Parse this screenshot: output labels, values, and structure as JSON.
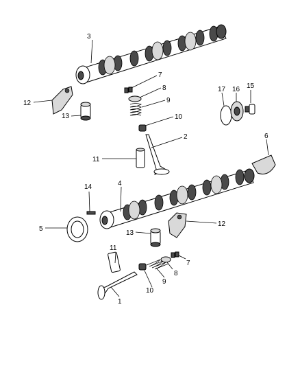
{
  "callouts": {
    "c1": "1",
    "c2": "2",
    "c3": "3",
    "c4": "4",
    "c5": "5",
    "c6": "6",
    "c7a": "7",
    "c7b": "7",
    "c8a": "8",
    "c8b": "8",
    "c9a": "9",
    "c9b": "9",
    "c10a": "10",
    "c10b": "10",
    "c11a": "11",
    "c11b": "11",
    "c12a": "12",
    "c12b": "12",
    "c13a": "13",
    "c13b": "13",
    "c14": "14",
    "c15": "15",
    "c16": "16",
    "c17": "17"
  },
  "colors": {
    "line": "#000000",
    "fill_light": "#ffffff",
    "fill_mid": "#d9d9d9",
    "fill_dark": "#4a4a4a"
  }
}
